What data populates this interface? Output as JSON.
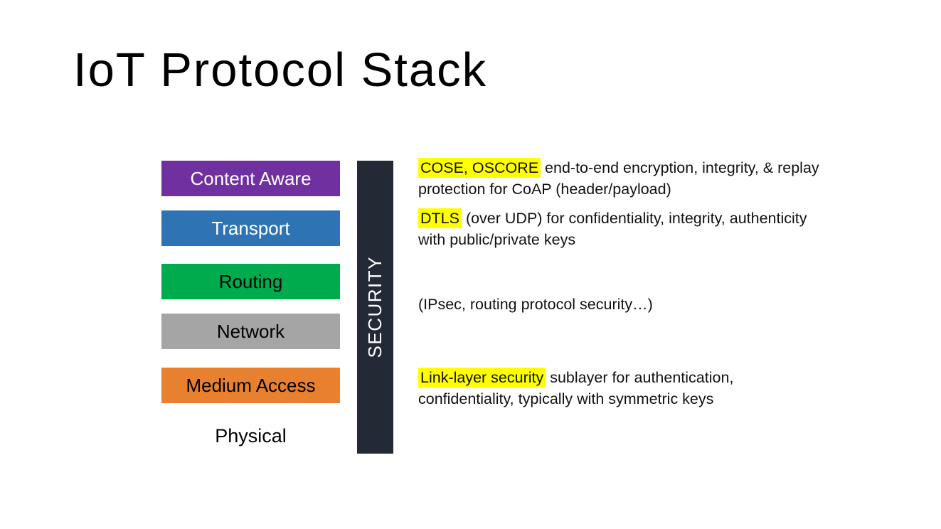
{
  "title": "IoT Protocol Stack",
  "stack": {
    "layers": [
      {
        "label": "Content Aware",
        "color": "#7030a0",
        "text_color": "#ffffff"
      },
      {
        "label": "Transport",
        "color": "#2e74b5",
        "text_color": "#ffffff"
      },
      {
        "label": "Routing",
        "color": "#00ab4e",
        "text_color": "#000000"
      },
      {
        "label": "Network",
        "color": "#a5a5a5",
        "text_color": "#000000"
      },
      {
        "label": "Medium Access",
        "color": "#e8812f",
        "text_color": "#000000"
      },
      {
        "label": "Physical",
        "color": "",
        "text_color": "#000000"
      }
    ]
  },
  "security_bar": {
    "label": "SECURITY",
    "color": "#232a36",
    "text_color": "#ffffff"
  },
  "notes": [
    {
      "highlight": "COSE, OSCORE",
      "line1_rest": " end-to-end encryption, integrity, & replay",
      "line2": "protection for CoAP (header/payload)"
    },
    {
      "highlight": "DTLS",
      "line1_rest": " (over UDP) for confidentiality, integrity, authenticity",
      "line2": "with public/private keys"
    },
    {
      "highlight": "",
      "line1_rest": "(IPsec, routing protocol security…)",
      "line2": ""
    },
    {
      "highlight": "Link-layer security",
      "line1_rest": " sublayer for authentication,",
      "line2": "confidentiality, typically with symmetric keys"
    }
  ],
  "colors": {
    "highlight": "#ffff00",
    "background": "#ffffff",
    "body_text": "#111111",
    "title_text": "#000000"
  }
}
